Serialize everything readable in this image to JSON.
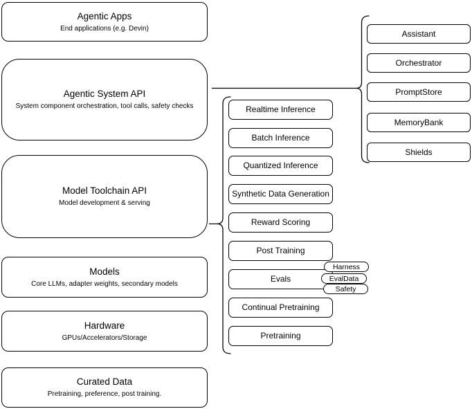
{
  "diagram": {
    "title": "Agentic system stack diagram",
    "colors": {
      "background": "#ffffff",
      "stroke": "#000000",
      "node_fill": "#ffffff"
    },
    "left_stack": [
      {
        "title": "Agentic Apps",
        "subtitle": "End applications (e.g. Devin)"
      },
      {
        "title": "Agentic System API",
        "subtitle": "System component orchestration, tool calls, safety checks"
      },
      {
        "title": "Model Toolchain API",
        "subtitle": "Model development & serving"
      },
      {
        "title": "Models",
        "subtitle": "Core LLMs, adapter weights, secondary models"
      },
      {
        "title": "Hardware",
        "subtitle": "GPUs/Accelerators/Storage"
      },
      {
        "title": "Curated Data",
        "subtitle": "Pretraining, preference, post training."
      }
    ],
    "toolchain_items": [
      "Realtime Inference",
      "Batch Inference",
      "Quantized Inference",
      "Synthetic Data Generation",
      "Reward Scoring",
      "Post Training",
      "Evals",
      "Continual Pretraining",
      "Pretraining"
    ],
    "eval_tags": [
      "Harness",
      "EvalData",
      "Safety"
    ],
    "system_components": [
      "Assistant",
      "Orchestrator",
      "PromptStore",
      "MemoryBank",
      "Shields"
    ]
  }
}
